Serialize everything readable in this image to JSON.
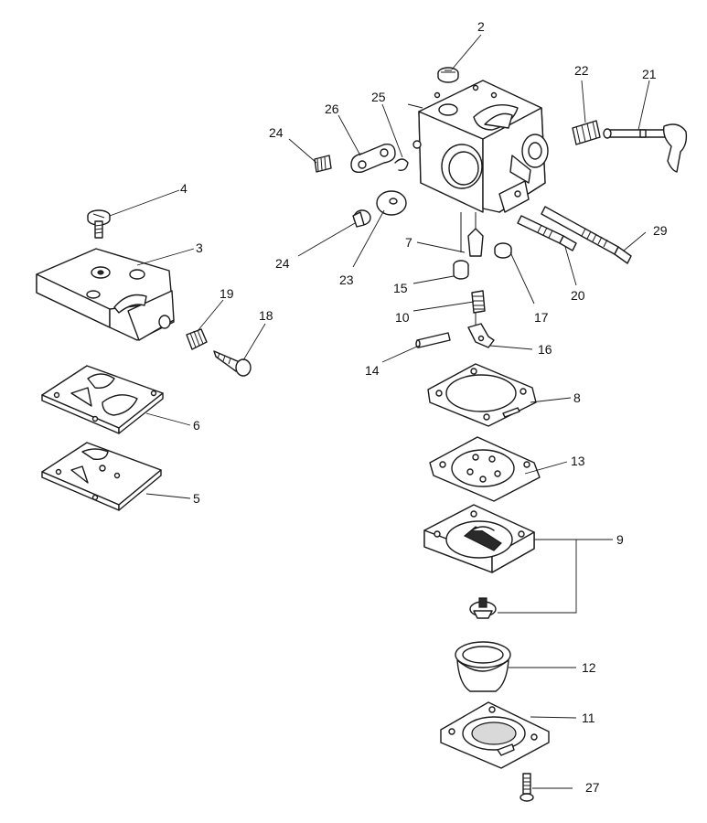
{
  "callouts": [
    {
      "id": "c2",
      "text": "2"
    },
    {
      "id": "c3",
      "text": "3"
    },
    {
      "id": "c4",
      "text": "4"
    },
    {
      "id": "c5",
      "text": "5"
    },
    {
      "id": "c6",
      "text": "6"
    },
    {
      "id": "c7",
      "text": "7"
    },
    {
      "id": "c8",
      "text": "8"
    },
    {
      "id": "c9",
      "text": "9"
    },
    {
      "id": "c10",
      "text": "10"
    },
    {
      "id": "c11",
      "text": "11"
    },
    {
      "id": "c12",
      "text": "12"
    },
    {
      "id": "c13",
      "text": "13"
    },
    {
      "id": "c14",
      "text": "14"
    },
    {
      "id": "c15",
      "text": "15"
    },
    {
      "id": "c16",
      "text": "16"
    },
    {
      "id": "c17",
      "text": "17"
    },
    {
      "id": "c18",
      "text": "18"
    },
    {
      "id": "c19",
      "text": "19"
    },
    {
      "id": "c20",
      "text": "20"
    },
    {
      "id": "c21",
      "text": "21"
    },
    {
      "id": "c22",
      "text": "22"
    },
    {
      "id": "c23",
      "text": "23"
    },
    {
      "id": "c24a",
      "text": "24"
    },
    {
      "id": "c24b",
      "text": "24"
    },
    {
      "id": "c25",
      "text": "25"
    },
    {
      "id": "c26",
      "text": "26"
    },
    {
      "id": "c27",
      "text": "27"
    },
    {
      "id": "c29",
      "text": "29"
    }
  ]
}
